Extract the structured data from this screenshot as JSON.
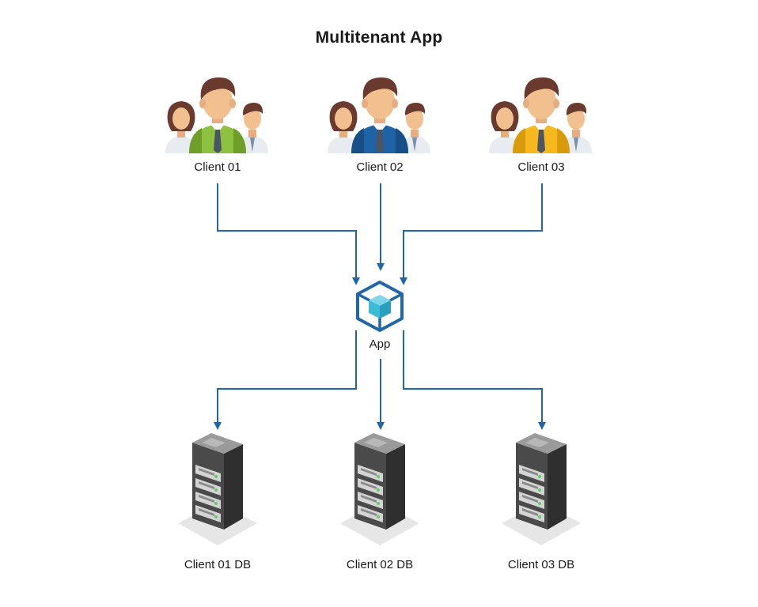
{
  "title": "Multitenant App",
  "clients": [
    {
      "label": "Client 01",
      "shirt_color": "#8dc13f",
      "shirt_shade": "#6f9e2b"
    },
    {
      "label": "Client 02",
      "shirt_color": "#1e63a6",
      "shirt_shade": "#174f86"
    },
    {
      "label": "Client 03",
      "shirt_color": "#f6b81c",
      "shirt_shade": "#d99b0b"
    }
  ],
  "app": {
    "label": "App",
    "icon": "cube-icon"
  },
  "databases": [
    {
      "label": "Client 01 DB",
      "icon": "server-rack-icon"
    },
    {
      "label": "Client 02 DB",
      "icon": "server-rack-icon"
    },
    {
      "label": "Client 03 DB",
      "icon": "server-rack-icon"
    }
  ],
  "colors": {
    "connector": "#1f67a8",
    "cube_outline": "#1f67a8",
    "cube_fill": "#3bbbd6",
    "text": "#1a1a1a"
  }
}
